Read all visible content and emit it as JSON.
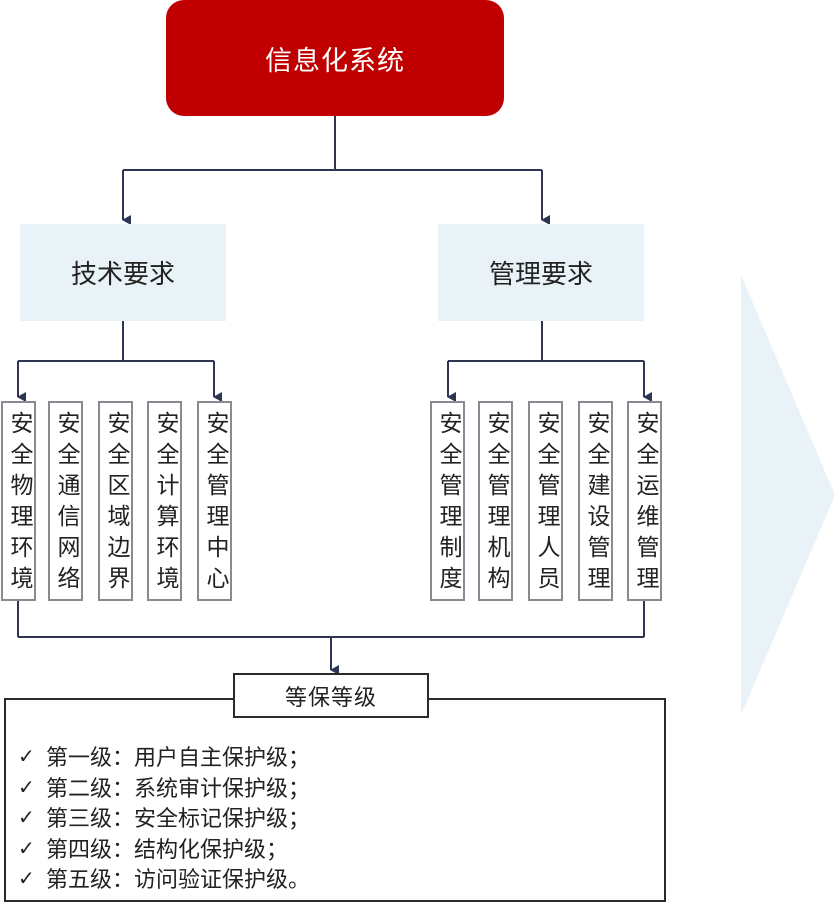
{
  "root": {
    "label": "信息化系统"
  },
  "categories": [
    {
      "label": "技术要求",
      "items": [
        "安全物理环境",
        "安全通信网络",
        "安全区域边界",
        "安全计算环境",
        "安全管理中心"
      ]
    },
    {
      "label": "管理要求",
      "items": [
        "安全管理制度",
        "安全管理机构",
        "安全管理人员",
        "安全建设管理",
        "安全运维管理"
      ]
    }
  ],
  "levels": {
    "title": "等保等级",
    "check_glyph": "✓",
    "items": [
      "第一级：用户自主保护级；",
      "第二级：系统审计保护级；",
      "第三级：安全标记保护级；",
      "第四级：结构化保护级；",
      "第五级：访问验证保护级。"
    ]
  },
  "colors": {
    "root": "#c00000",
    "category_bg": "#e9f3f7",
    "line": "#2e3552",
    "chevron": "#e9f3f7"
  }
}
